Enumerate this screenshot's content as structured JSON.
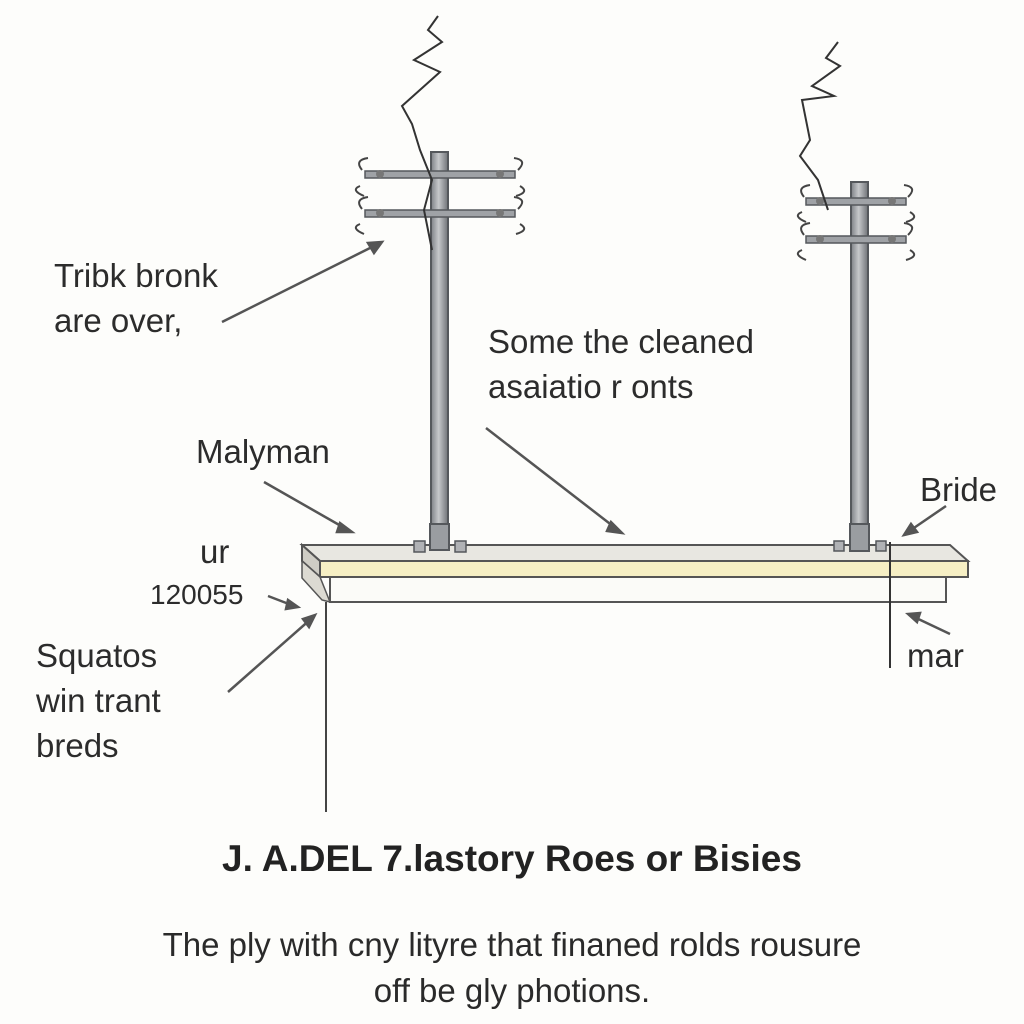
{
  "labels": {
    "tribe_bronk": [
      "Tribk bronk",
      "are over,"
    ],
    "some_cleaned": [
      "Some the cleaned",
      "asaiatio r onts"
    ],
    "malyman": "Malyman",
    "ur": "ur",
    "number": "120055",
    "bride": "Bride",
    "mar": "mar",
    "squatos": [
      "Squatos",
      "win trant",
      "breds"
    ]
  },
  "caption": {
    "title": "J. A.DEL 7.lastory Roes  or  Bisies",
    "body": [
      "The ply with cny lityre that finaned rolds rousure",
      "off be gly photions."
    ]
  },
  "colors": {
    "background": "#fdfdfb",
    "pole_fill": "#a3a6aa",
    "pole_stroke": "#55585c",
    "platform_top": "#e9e8e2",
    "platform_band": "#f6efc4",
    "ink": "#3a3a3a"
  }
}
